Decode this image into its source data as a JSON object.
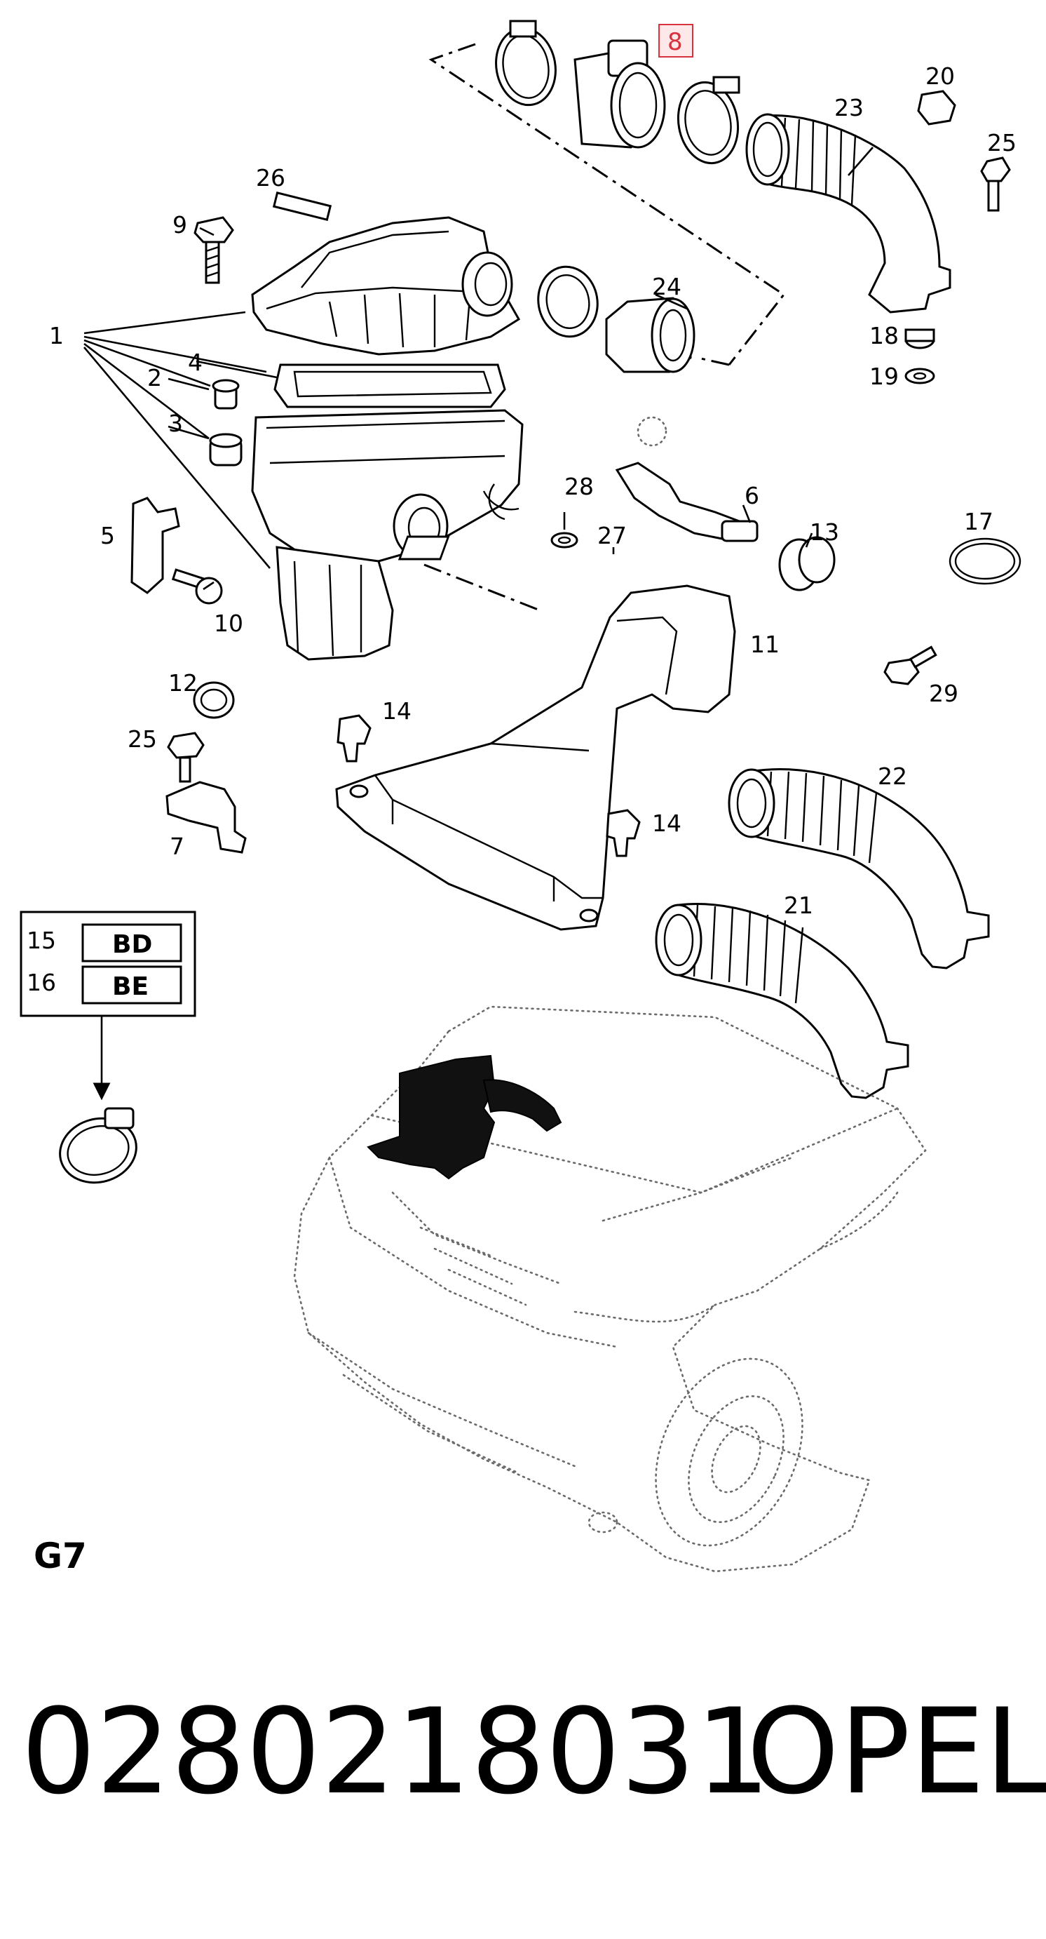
{
  "highlighted_part": "8",
  "callouts": [
    "1",
    "2",
    "3",
    "4",
    "5",
    "6",
    "7",
    "9",
    "10",
    "11",
    "12",
    "13",
    "14",
    "14",
    "17",
    "18",
    "19",
    "20",
    "21",
    "22",
    "23",
    "24",
    "25",
    "25",
    "26",
    "27",
    "28",
    "29"
  ],
  "legend": {
    "rows": [
      {
        "num": "15",
        "code": "BD"
      },
      {
        "num": "16",
        "code": "BE"
      }
    ]
  },
  "page_code": "G7",
  "part_number": "0280218031",
  "brand": "OPEL"
}
